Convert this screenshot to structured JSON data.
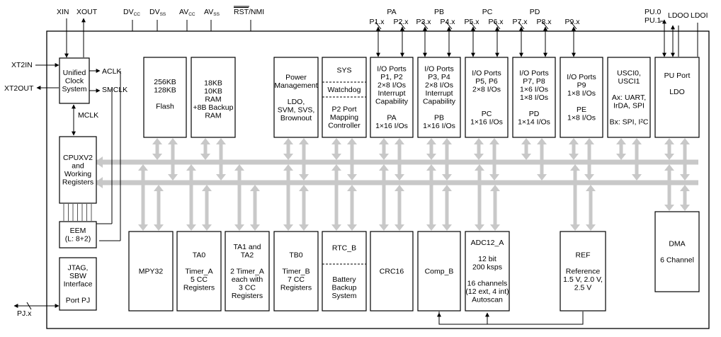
{
  "signals": {
    "xin": "XIN",
    "xout": "XOUT",
    "dvcc": "DV",
    "dvcc_sub": "CC",
    "dvss": "DV",
    "dvss_sub": "SS",
    "avcc": "AV",
    "avcc_sub": "CC",
    "avss": "AV",
    "avss_sub": "SS",
    "rst": "RST",
    "rst_nmi": "/NMI",
    "xt2in": "XT2IN",
    "xt2out": "XT2OUT",
    "aclk": "ACLK",
    "smclk": "SMCLK",
    "mclk": "MCLK",
    "pjx": "PJ.x",
    "pu0": "PU.0",
    "pu1": "PU.1",
    "ldoo": "LDOO",
    "ldoi": "LDOI"
  },
  "port_groups": [
    {
      "id": "pa",
      "label": "PA",
      "pins": [
        "P1.x",
        "P2.x"
      ]
    },
    {
      "id": "pb",
      "label": "PB",
      "pins": [
        "P3.x",
        "P4.x"
      ]
    },
    {
      "id": "pc",
      "label": "PC",
      "pins": [
        "P5.x",
        "P6.x"
      ]
    },
    {
      "id": "pd",
      "label": "PD",
      "pins": [
        "P7.x",
        "P8.x"
      ]
    },
    {
      "id": "pe",
      "label": "",
      "pins": [
        "P9.x"
      ]
    }
  ],
  "blocks": {
    "clock": [
      "Unified",
      "Clock",
      "System"
    ],
    "flash": [
      "256KB",
      "128KB",
      "",
      "Flash"
    ],
    "ram": [
      "18KB",
      "10KB",
      "RAM",
      "+8B Backup",
      "RAM"
    ],
    "power": [
      "Power",
      "Management",
      "",
      "LDO,",
      "SVM, SVS,",
      "Brownout"
    ],
    "sys_top": [
      "SYS"
    ],
    "sys_mid": [
      "Watchdog"
    ],
    "sys_bot": [
      "P2 Port",
      "Mapping",
      "Controller"
    ],
    "pa": [
      "I/O Ports",
      "P1, P2",
      "2×8 I/Os",
      "Interrupt",
      "Capability",
      "",
      "PA",
      "1×16 I/Os"
    ],
    "pb": [
      "I/O Ports",
      "P3, P4",
      "2×8 I/Os",
      "Interrupt",
      "Capability",
      "",
      "PB",
      "1×16 I/Os"
    ],
    "pc": [
      "I/O Ports",
      "P5, P6",
      "2×8 I/Os",
      "",
      "",
      "PC",
      "1×16 I/Os"
    ],
    "pd": [
      "I/O Ports",
      "P7, P8",
      "1×6 I/Os",
      "1×8 I/Os",
      "",
      "PD",
      "1×14 I/Os"
    ],
    "pe": [
      "I/O Ports",
      "P9",
      "1×8 I/Os",
      "",
      "PE",
      "1×8 I/Os"
    ],
    "usci": [
      "USCI0,",
      "USCI1",
      "",
      "Ax: UART,",
      "IrDA, SPI",
      "",
      "Bx: SPI, I²C"
    ],
    "puport": [
      "PU Port",
      "",
      "LDO"
    ],
    "cpu": [
      "CPUXV2",
      "and",
      "Working",
      "Registers"
    ],
    "eem": [
      "EEM",
      "(L: 8+2)"
    ],
    "jtag": [
      "JTAG,",
      "SBW",
      "Interface",
      "",
      "Port PJ"
    ],
    "mpy": [
      "MPY32"
    ],
    "ta0": [
      "TA0",
      "",
      "Timer_A",
      "5 CC",
      "Registers"
    ],
    "ta1": [
      "TA1 and",
      "TA2",
      "",
      "2 Timer_A",
      "each with",
      "3 CC",
      "Registers"
    ],
    "tb0": [
      "TB0",
      "",
      "Timer_B",
      "7 CC",
      "Registers"
    ],
    "rtc_top": [
      "RTC_B"
    ],
    "rtc_bot": [
      "Battery",
      "Backup",
      "System"
    ],
    "crc": [
      "CRC16"
    ],
    "comp": [
      "Comp_B"
    ],
    "adc": [
      "ADC12_A",
      "",
      "12 bit",
      "200 ksps",
      "",
      "16 channels",
      "(12 ext, 4 int)",
      "Autoscan"
    ],
    "ref": [
      "REF",
      "",
      "Reference",
      "1.5 V, 2.0 V,",
      "2.5 V"
    ],
    "dma": [
      "DMA",
      "",
      "6 Channel"
    ]
  },
  "colors": {
    "bus": "#c8c8c8",
    "line": "#000000"
  }
}
